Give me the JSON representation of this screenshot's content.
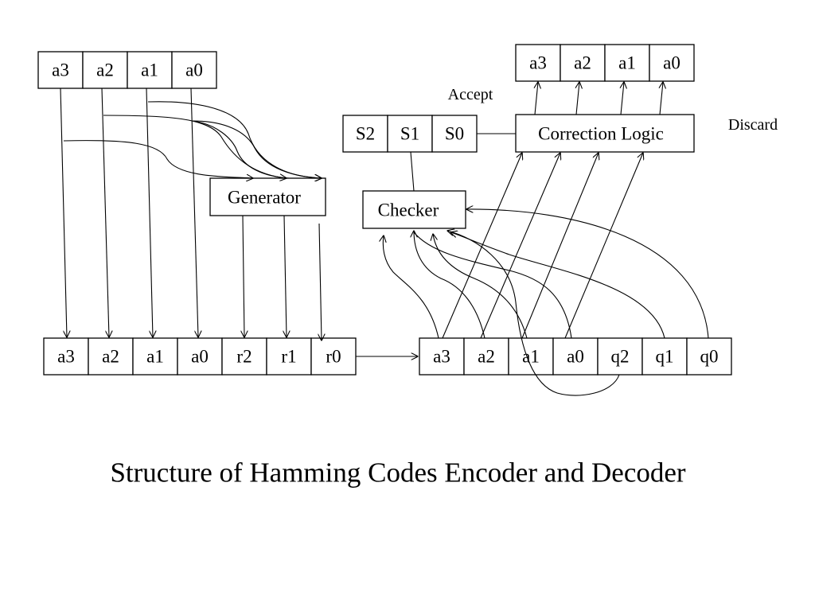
{
  "title": "Structure of Hamming Codes Encoder and Decoder",
  "labels": {
    "accept": "Accept",
    "discard": "Discard"
  },
  "encoder": {
    "input_bits": [
      "a3",
      "a2",
      "a1",
      "a0"
    ],
    "generator": "Generator",
    "codeword_bits": [
      "a3",
      "a2",
      "a1",
      "a0",
      "r2",
      "r1",
      "r0"
    ]
  },
  "decoder": {
    "received_bits": [
      "a3",
      "a2",
      "a1",
      "a0",
      "q2",
      "q1",
      "q0"
    ],
    "checker": "Checker",
    "syndrome_bits": [
      "S2",
      "S1",
      "S0"
    ],
    "correction_logic": "Correction Logic",
    "output_bits": [
      "a3",
      "a2",
      "a1",
      "a0"
    ]
  }
}
